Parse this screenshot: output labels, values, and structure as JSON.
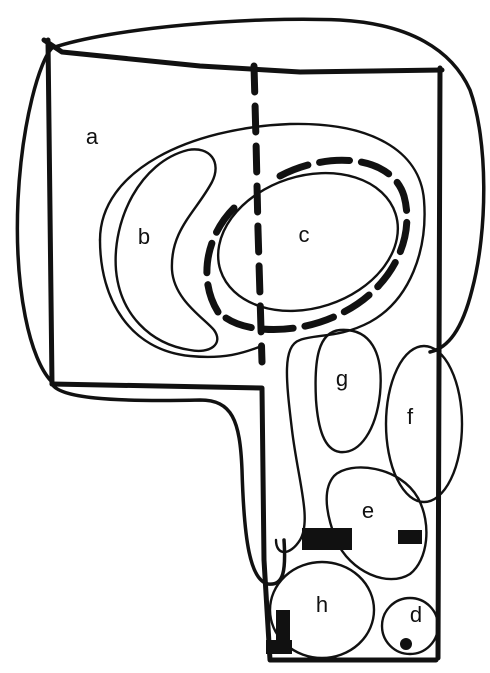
{
  "diagram": {
    "labels": {
      "a": "a",
      "b": "b",
      "c": "c",
      "d": "d",
      "e": "e",
      "f": "f",
      "g": "g",
      "h": "h"
    }
  }
}
